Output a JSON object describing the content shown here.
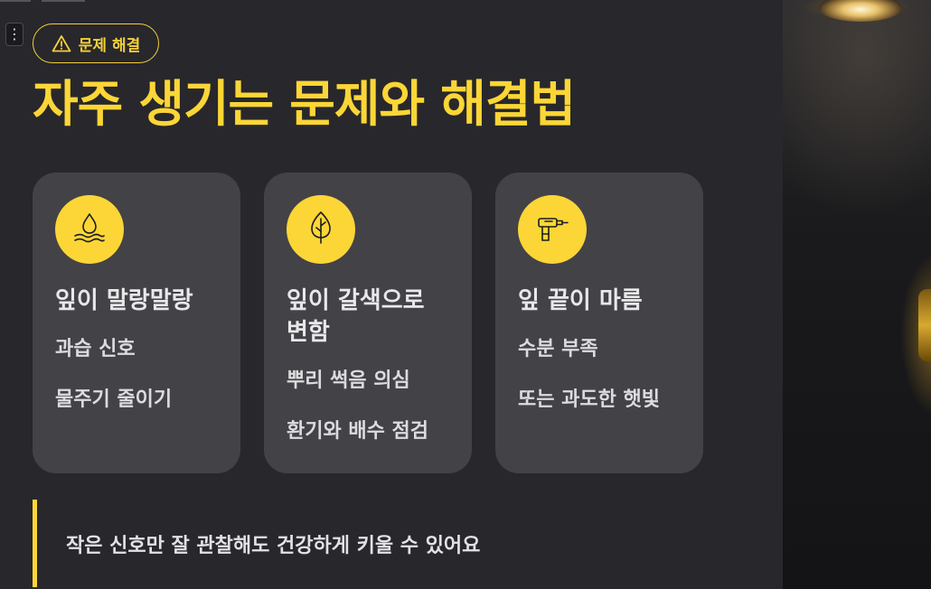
{
  "badge": {
    "label": "문제 해결",
    "icon": "warning-icon"
  },
  "title": "자주 생기는 문제와 해결법",
  "cards": [
    {
      "icon": "water-drop-icon",
      "title": "잎이 말랑말랑",
      "lines": [
        "과습 신호",
        "물주기 줄이기"
      ]
    },
    {
      "icon": "leaf-icon",
      "title": "잎이 갈색으로 변함",
      "lines": [
        "뿌리 썩음 의심",
        "환기와 배수 점검"
      ]
    },
    {
      "icon": "drill-icon",
      "title": "잎 끝이 마름",
      "lines": [
        "수분 부족",
        "또는 과도한 햇빛"
      ]
    }
  ],
  "quote": "작은 신호만 잘 관찰해도 건강하게 키울 수 있어요",
  "colors": {
    "accent": "#fbd636",
    "panel": "#28272b",
    "card": "#434247"
  }
}
